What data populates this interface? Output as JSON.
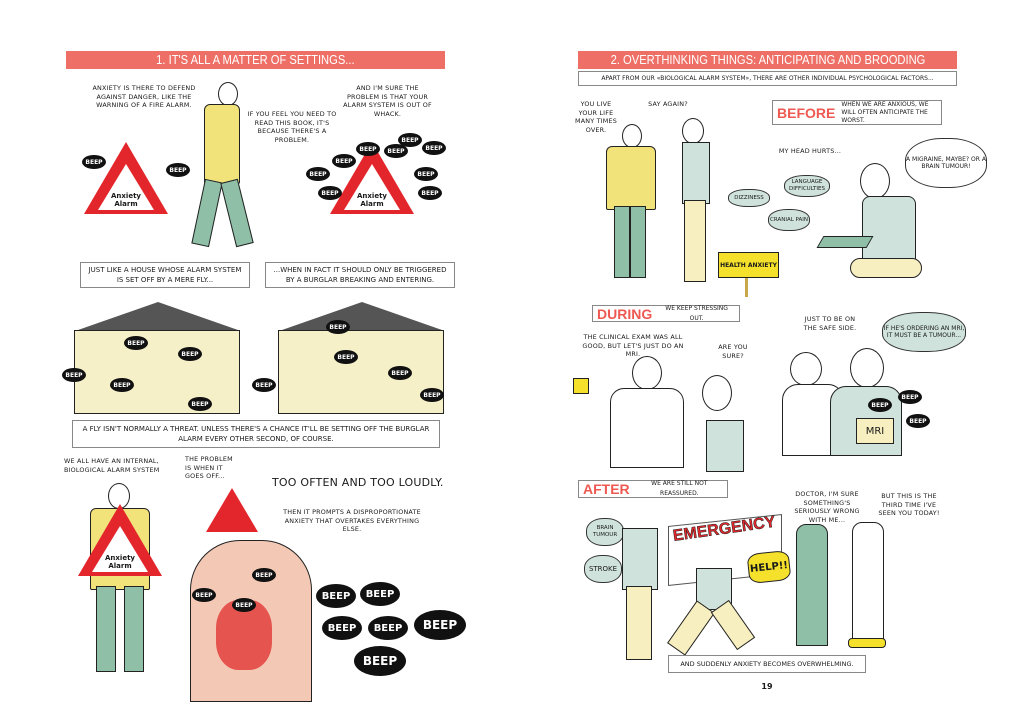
{
  "left_page": {
    "title": "1. IT'S ALL A MATTER OF SETTINGS...",
    "speech_anxiety_defend": "Anxiety is there to defend against danger, like the warning of a fire alarm.",
    "speech_need_book": "If you feel you need to read this book, it's because there's a problem.",
    "speech_out_of_whack": "And I'm sure the problem is that your alarm system is out of whack.",
    "alarm_sign_label": "Anxiety Alarm",
    "beep": "BEEP",
    "caption_fly": "Just like a house whose alarm system is set off by a mere fly...",
    "caption_burglar": "...when in fact it should only be triggered by a burglar breaking and entering.",
    "caption_fly_threat": "A fly isn't normally a threat. Unless there's a chance it'll be setting off the burglar alarm every other second, of course.",
    "speech_internal": "We all have an internal, biological alarm system",
    "speech_problem": "The problem is when it goes off...",
    "too_often": "Too often and too loudly.",
    "prompts": "Then it prompts a disproportionate anxiety that overtakes everything else."
  },
  "right_page": {
    "title": "2. OVERTHINKING THINGS: ANTICIPATING AND BROODING",
    "subtitle": "Apart from our «biological alarm system», there are other individual psychological factors...",
    "speech_live_life": "You live your life many times over.",
    "speech_say_again": "Say again?",
    "before_label": "BEFORE",
    "before_text": "When we are anxious, we will often anticipate the worst.",
    "speech_head_hurts": "My head hurts...",
    "thought_migraine": "A migraine, maybe? Or a brain tumour!",
    "cloud_dizziness": "Dizziness",
    "cloud_language": "Language difficulties",
    "cloud_cranial": "Cranial pain",
    "sign_health_anxiety": "HEALTH ANXIETY",
    "during_label": "DURING",
    "during_text": "We keep stressing out.",
    "speech_clinical": "The clinical exam was all good, but let's just do an MRI.",
    "speech_are_you_sure": "Are you sure?",
    "speech_safe_side": "Just to be on the safe side.",
    "thought_tumour": "If he's ordering an MRI, it must be a tumour...",
    "mri_label": "MRI",
    "after_label": "AFTER",
    "after_text": "We are still not reassured.",
    "cloud_brain_tumour": "Brain tumour",
    "cloud_stroke": "Stroke",
    "emergency_sign": "EMERGENCY",
    "help": "HELP!!",
    "speech_doctor_sure": "Doctor, I'm sure something's seriously wrong with me...",
    "speech_third_time": "But this is the third time I've seen you today!",
    "caption_overwhelming": "And suddenly anxiety becomes overwhelming.",
    "page_number": "19"
  },
  "colors": {
    "title_bar": "#ee6f66",
    "alarm_red": "#e3262b",
    "jacket_yellow": "#f2e27a",
    "pants_green": "#8fbfa7",
    "cloud_mint": "#cfe3dc"
  }
}
